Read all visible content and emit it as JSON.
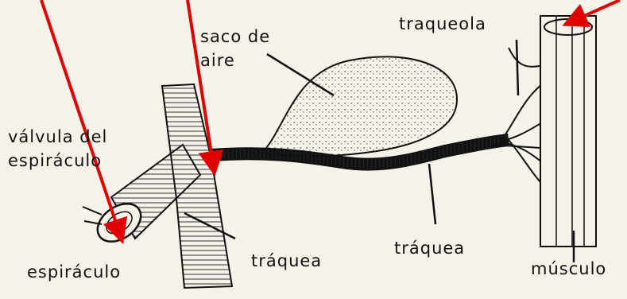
{
  "labels": {
    "saco_line1": "saco de",
    "saco_line2": "aire",
    "traqueola": "traqueola",
    "valvula_line1": "válvula del",
    "valvula_line2": "espiráculo",
    "espiraculo": "espiráculo",
    "traquea_left": "tráquea",
    "traquea_right": "tráquea",
    "musculo": "músculo"
  },
  "colors": {
    "background": "#f4f2e9",
    "ink": "#111111",
    "arrow": "#e00000"
  }
}
